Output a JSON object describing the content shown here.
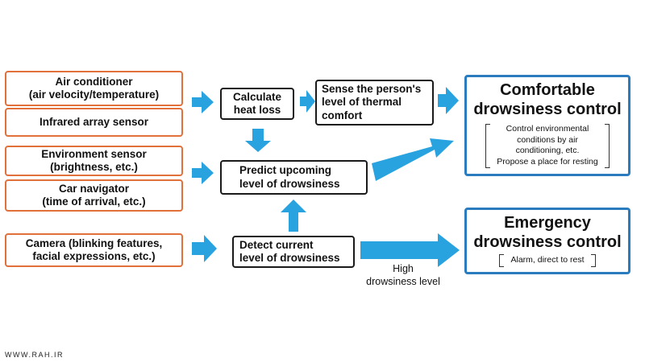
{
  "diagram": {
    "sensors": {
      "air_conditioner": [
        "Air conditioner",
        "(air velocity/temperature)"
      ],
      "infrared": [
        "Infrared array sensor"
      ],
      "environment": [
        "Environment sensor",
        "(brightness, etc.)"
      ],
      "car_navigator": [
        "Car navigator",
        "(time of arrival, etc.)"
      ],
      "camera": [
        "Camera (blinking features,",
        "facial expressions, etc.)"
      ]
    },
    "process": {
      "heat_loss": [
        "Calculate",
        "heat loss"
      ],
      "thermal_comfort": [
        "Sense the person's",
        "level of thermal",
        "comfort"
      ],
      "predict": [
        "Predict upcoming",
        "level of drowsiness"
      ],
      "detect": [
        "Detect current",
        "level of drowsiness"
      ]
    },
    "outcomes": {
      "comfortable": {
        "title": [
          "Comfortable",
          "drowsiness control"
        ],
        "details": [
          "Control environmental",
          "conditions by air",
          "conditioning, etc.",
          "Propose a place for resting"
        ]
      },
      "emergency": {
        "title": [
          "Emergency",
          "drowsiness control"
        ],
        "details": [
          "Alarm, direct to rest"
        ]
      }
    },
    "high_drowsiness_note": [
      "High",
      "drowsiness level"
    ],
    "arrow_color": "#29a3df",
    "sensor_border_color": "#e2703a",
    "outcome_border_color": "#2b7bbf"
  },
  "watermark": "WWW.RAH.IR"
}
